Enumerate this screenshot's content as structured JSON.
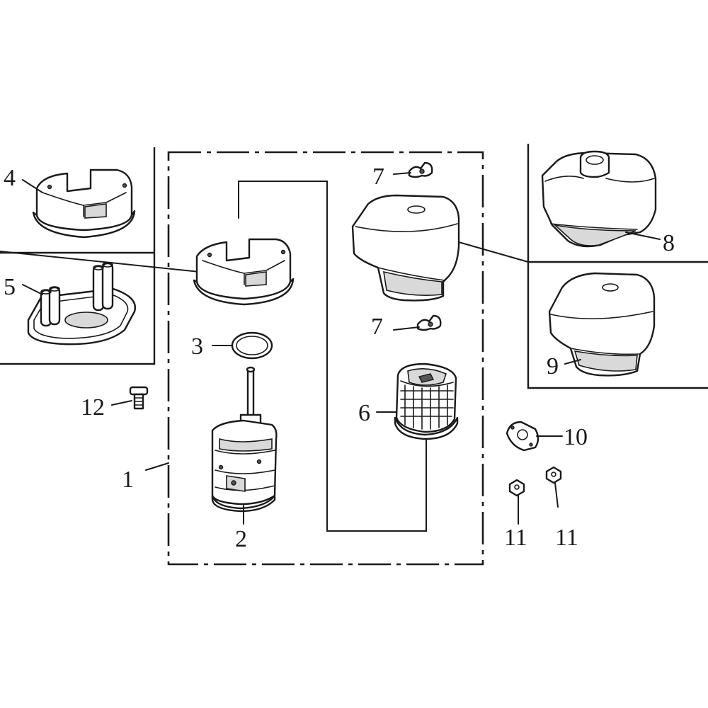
{
  "callouts": {
    "c1": "1",
    "c2": "2",
    "c3": "3",
    "c4": "4",
    "c5": "5",
    "c6": "6",
    "c7a": "7",
    "c7b": "7",
    "c8": "8",
    "c9": "9",
    "c10": "10",
    "c11a": "11",
    "c11b": "11",
    "c12": "12"
  },
  "colors": {
    "line": "#1a1a1a",
    "background": "#ffffff"
  }
}
